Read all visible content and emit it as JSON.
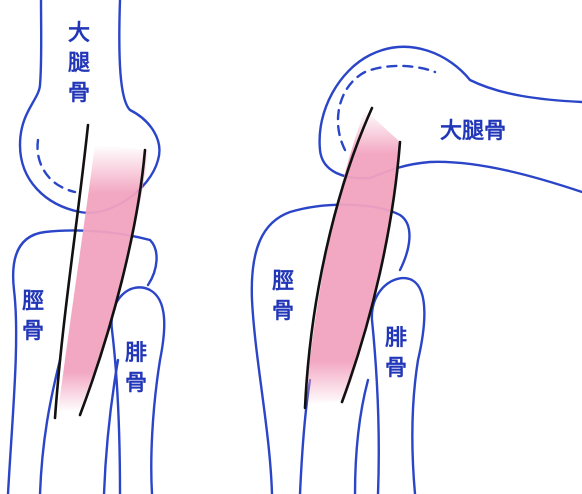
{
  "labels": {
    "left_femur": "大腿骨",
    "left_tibia": "脛骨",
    "left_fibula": "腓骨",
    "right_femur": "大腿骨",
    "right_tibia": "脛骨",
    "right_fibula": "腓骨"
  },
  "colors": {
    "bone_outline": "#2b45c8",
    "label_text": "#2236b8",
    "ligament_line": "#111111",
    "ligament_fill": "#f2a3bf"
  }
}
